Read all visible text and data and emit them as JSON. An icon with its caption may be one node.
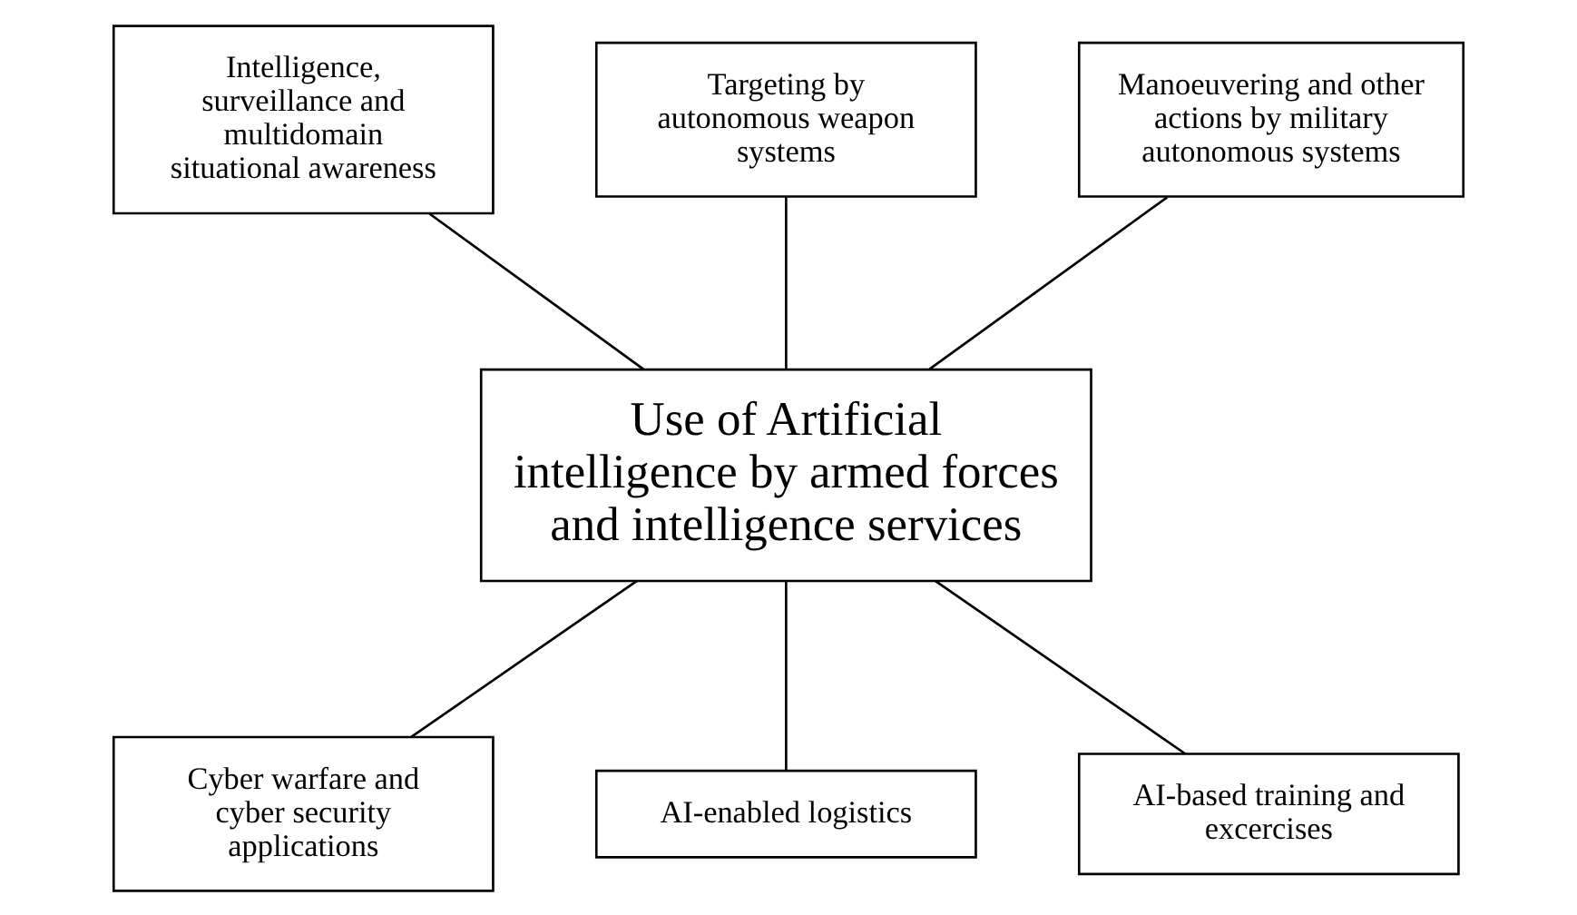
{
  "diagram": {
    "nodes": [
      {
        "text": [
          "Intelligence, surveillance and multidomain situational awareness"
        ]
      },
      {
        "text": [
          "Targeting by autonomous weapon systems"
        ]
      },
      {
        "text": [
          "Manoeuvering and other actions by military autonomous systems"
        ]
      },
      {
        "text": [
          "Use of Artificial intelligence by armed forces and intelligence services"
        ]
      },
      {
        "text": [
          "Cyber warfare and cyber security applications"
        ]
      },
      {
        "text": [
          "AI-enabled logistics"
        ]
      },
      {
        "text": [
          "AI-based training and excercises"
        ]
      }
    ],
    "edges": [
      {
        "from": 0,
        "to": 3,
        "arrow": "none"
      },
      {
        "from": 1,
        "to": 3,
        "arrow": "none"
      },
      {
        "from": 2,
        "to": 3,
        "arrow": "none"
      },
      {
        "from": 3,
        "to": 4,
        "arrow": "none"
      },
      {
        "from": 3,
        "to": 5,
        "arrow": "none"
      },
      {
        "from": 3,
        "to": 6,
        "arrow": "none"
      }
    ]
  }
}
